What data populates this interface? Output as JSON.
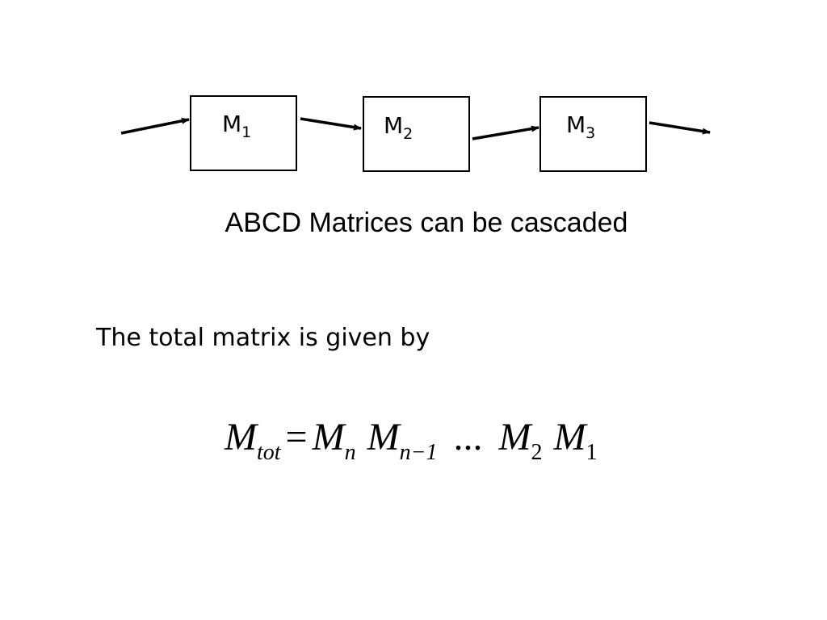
{
  "diagram": {
    "blocks": [
      {
        "main": "M",
        "sub": "1"
      },
      {
        "main": "M",
        "sub": "2"
      },
      {
        "main": "M",
        "sub": "3"
      }
    ]
  },
  "caption": "ABCD Matrices can be cascaded",
  "statement": "The total matrix is given by",
  "formula": {
    "lhs": {
      "symbol": "M",
      "sub": "tot"
    },
    "equals": "=",
    "terms": [
      {
        "symbol": "M",
        "sub": "n"
      },
      {
        "symbol": "M",
        "sub": "n−1"
      },
      {
        "symbol": "...",
        "sub": ""
      },
      {
        "symbol": "M",
        "sub": "2"
      },
      {
        "symbol": "M",
        "sub": "1"
      }
    ]
  }
}
